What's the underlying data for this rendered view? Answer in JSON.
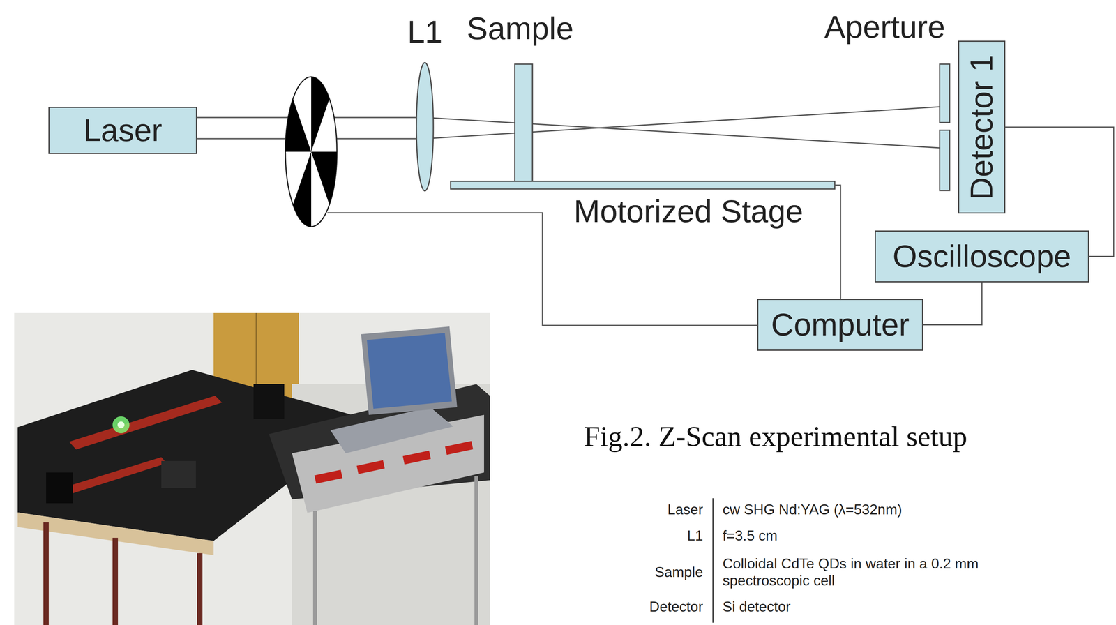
{
  "diagram": {
    "caption": "Fig.2. Z-Scan experimental setup",
    "nodes": [
      {
        "text": [
          "Laser"
        ]
      },
      {
        "text": [
          "Detector 1"
        ]
      },
      {
        "text": [
          "Oscilloscope"
        ]
      },
      {
        "text": [
          "Computer"
        ]
      }
    ],
    "edges": [
      {
        "from": 1,
        "to": 2,
        "arrow": "none"
      },
      {
        "from": 2,
        "to": 3,
        "arrow": "none"
      }
    ],
    "labels": [
      "L1",
      "Sample",
      "Aperture",
      "Motorized Stage",
      "Laser",
      "cw SHG Nd:YAG (λ=532nm)",
      "L1",
      "f=3.5 cm",
      "Sample",
      "Colloidal CdTe QDs in water in a 0.2 mm spectroscopic cell",
      "Detector",
      "Si detector"
    ]
  }
}
